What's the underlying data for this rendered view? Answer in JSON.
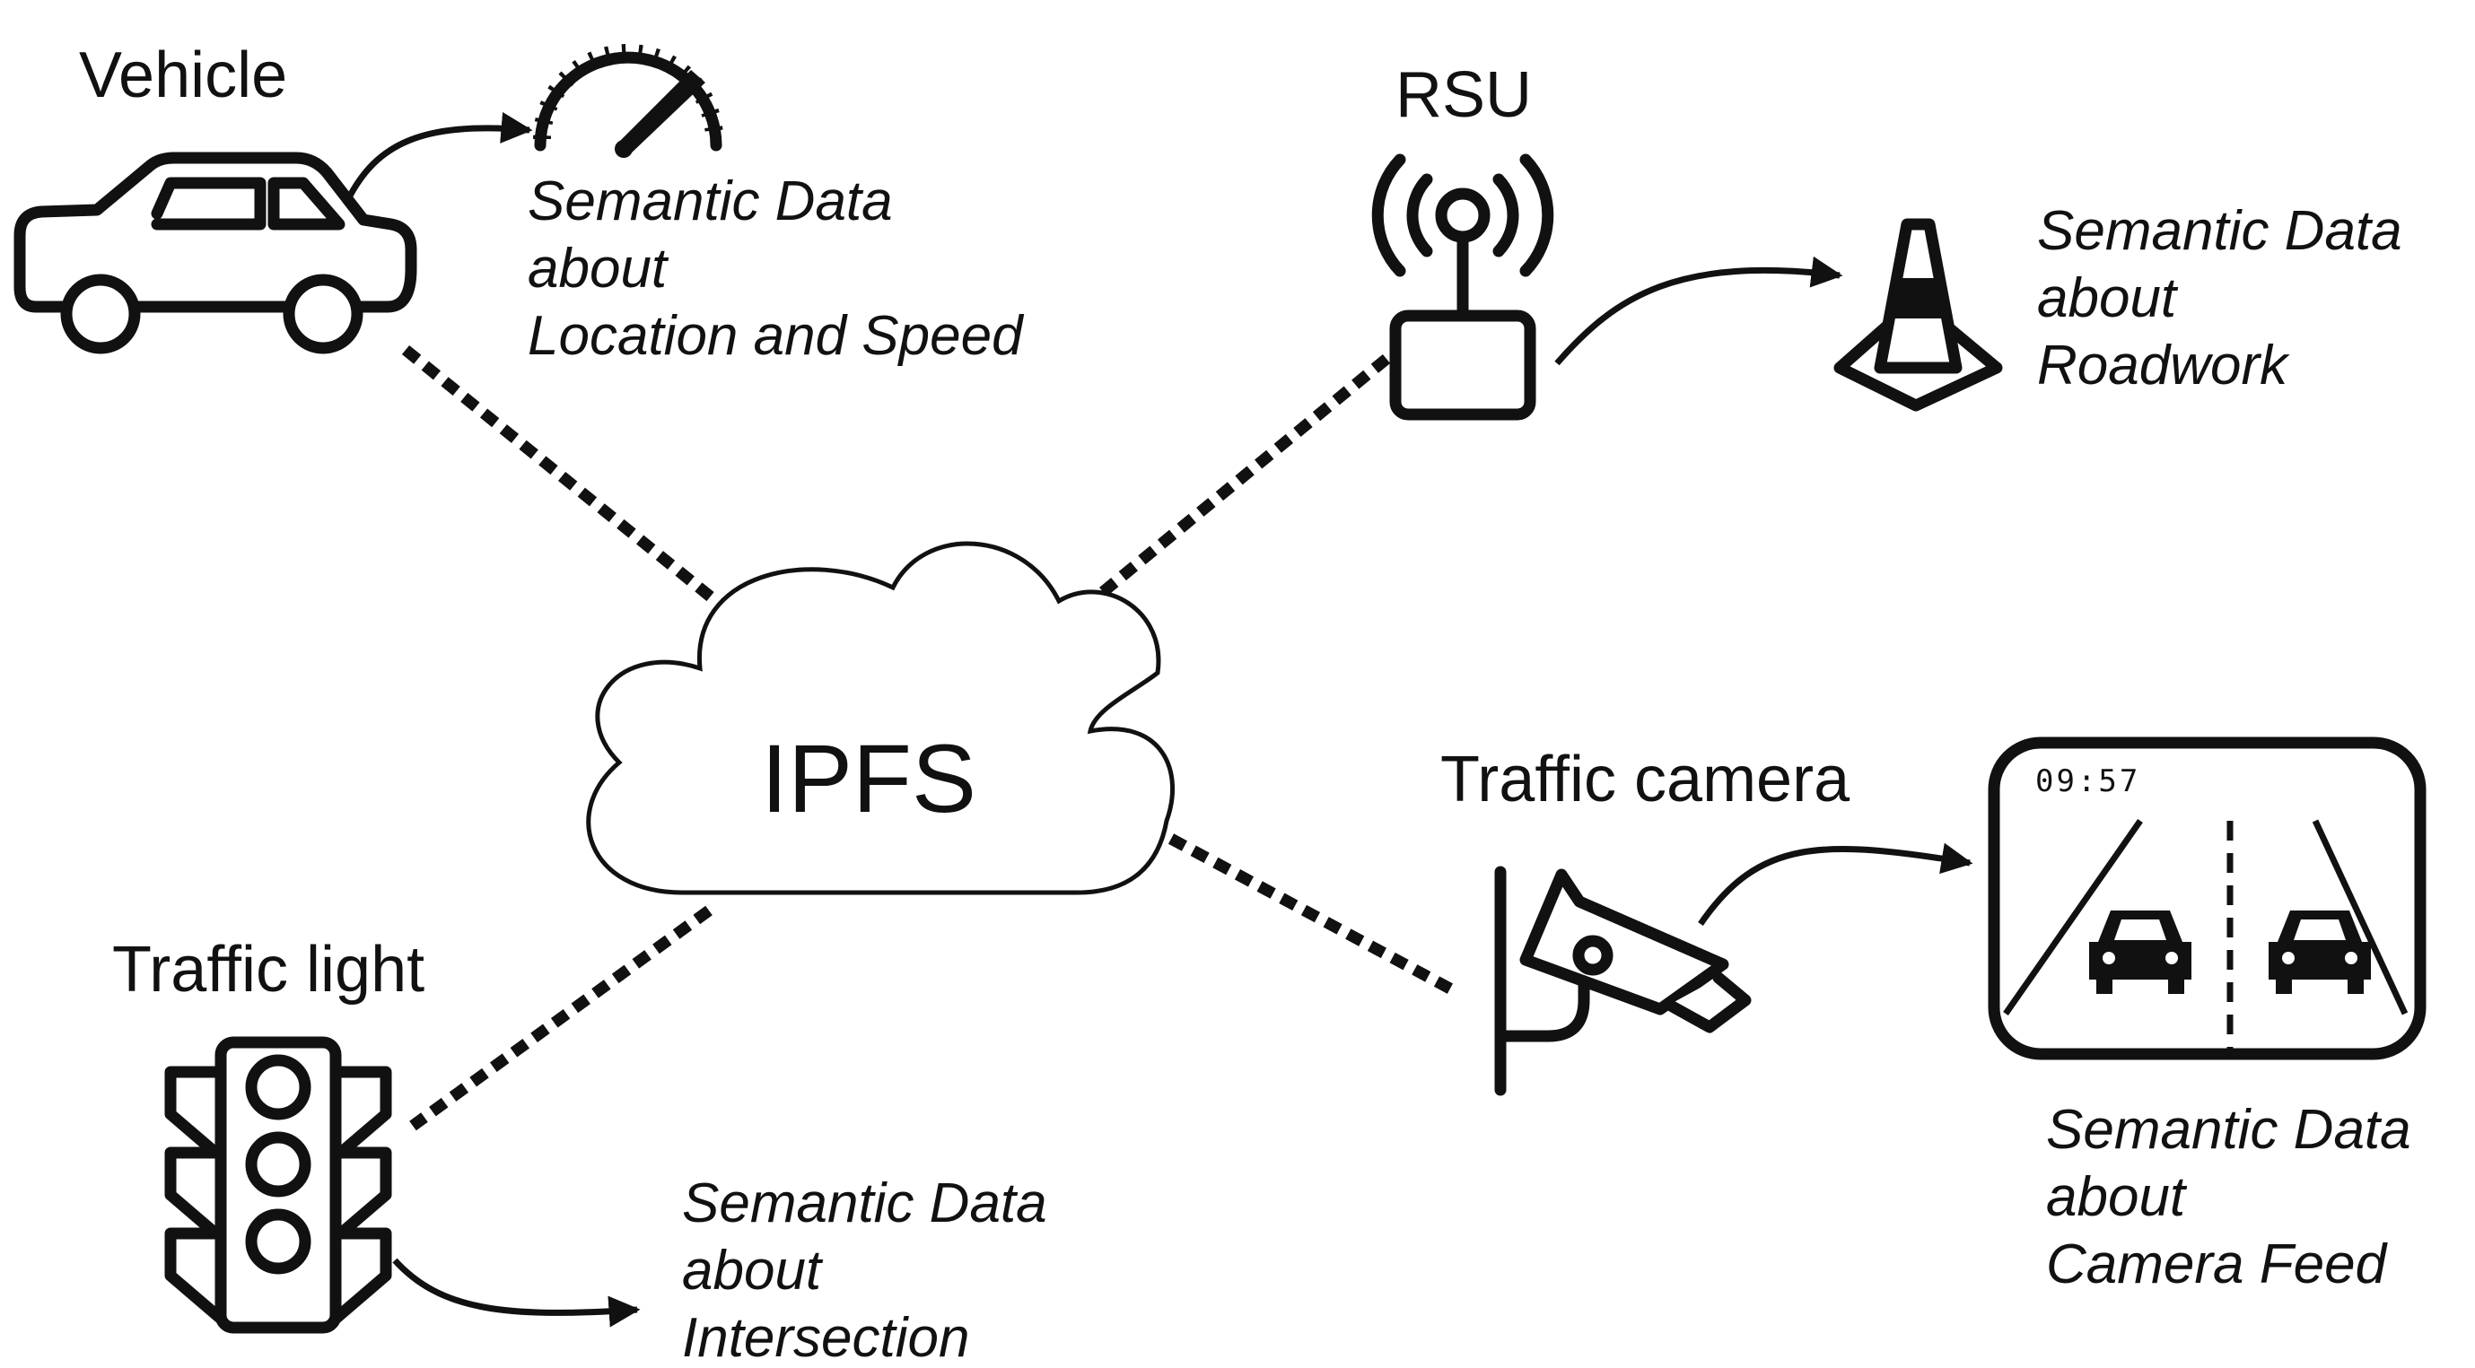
{
  "center": {
    "label": "IPFS"
  },
  "nodes": {
    "vehicle": {
      "title": "Vehicle",
      "semantic": [
        "Semantic Data",
        "about",
        "Location and Speed"
      ],
      "icon": "car-icon",
      "data_icon": "speedometer-icon"
    },
    "rsu": {
      "title": "RSU",
      "semantic": [
        "Semantic Data",
        "about",
        "Roadwork"
      ],
      "icon": "antenna-icon",
      "data_icon": "traffic-cone-icon"
    },
    "traffic_camera": {
      "title": "Traffic camera",
      "semantic": [
        "Semantic Data",
        "about",
        "Camera Feed"
      ],
      "icon": "security-camera-icon",
      "data_icon": "camera-feed-icon",
      "feed_time": "09:57"
    },
    "traffic_light": {
      "title": "Traffic light",
      "semantic": [
        "Semantic Data",
        "about",
        "Intersection"
      ],
      "icon": "traffic-light-icon"
    }
  },
  "colors": {
    "ink": "#111111",
    "background": "#ffffff"
  }
}
